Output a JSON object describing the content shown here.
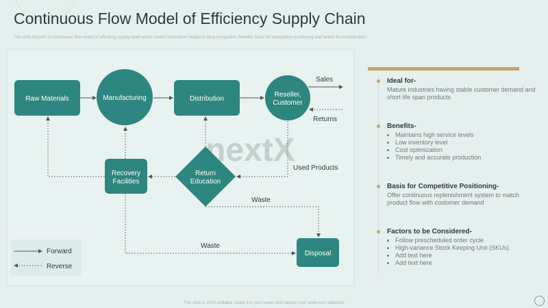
{
  "header": {
    "title": "Continuous Flow Model of Efficiency Supply Chain",
    "subtitle": "This slide focuses on continuous flow model of efficiency supply chain which covers information related to ideal companies, benefits, basis for competitive positioning and factors for consideration."
  },
  "diagram": {
    "nodes": {
      "raw_materials": "Raw Materials",
      "manufacturing": "Manufacturing",
      "distribution": "Distribution",
      "reseller_1": "Reseller,",
      "reseller_2": "Customer",
      "recovery_1": "Recovery",
      "recovery_2": "Facilities",
      "return_1": "Return",
      "return_2": "Education",
      "disposal": "Disposal"
    },
    "edge_labels": {
      "sales": "Sales",
      "returns": "Returns",
      "used_products": "Used Products",
      "waste_1": "Waste",
      "waste_2": "Waste"
    },
    "legend": {
      "forward": "Forward",
      "reverse": "Reverse"
    },
    "watermark": "nextX"
  },
  "panel": {
    "sections": [
      {
        "title": "Ideal for-",
        "text": "Mature industries having stable customer demand and short life span products"
      },
      {
        "title": "Benefits-",
        "items": [
          "Maintains high service levels",
          "Low inventory level",
          "Cost optimization",
          "Timely and accurate production"
        ]
      },
      {
        "title": "Basis for Competitive Positioning-",
        "text": "Offer continuous replenishment system to match product flow with customer demand"
      },
      {
        "title": "Factors to be Considered-",
        "items": [
          "Follow prescheduled order cycle",
          "High-variance Stock Keeping Unit (SKUs)",
          "Add text here",
          "Add text here"
        ]
      }
    ]
  },
  "footer": "This slide is 100% editable. Adapt it to your needs and capture your audience's attention.",
  "colors": {
    "teal": "#2e8680",
    "gold": "#c4a46a",
    "background": "#e5efed"
  }
}
